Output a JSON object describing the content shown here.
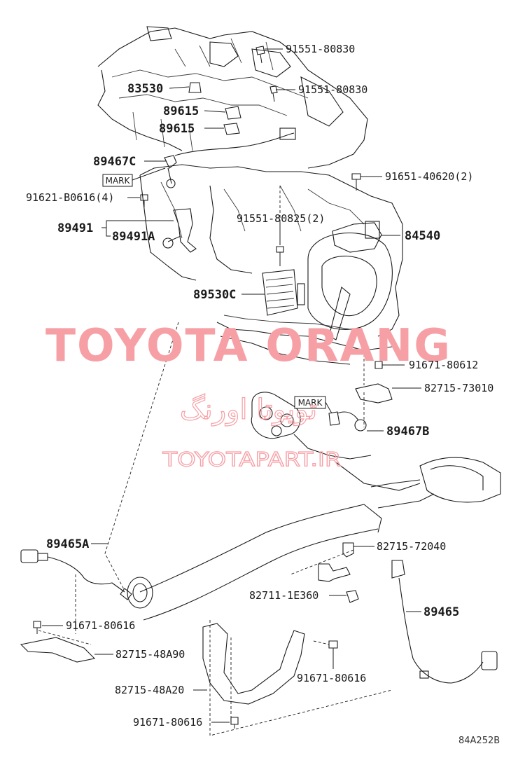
{
  "watermark": {
    "brand": "TOYOTA ORANG",
    "persian": "تویوتا اورنگ",
    "url": "TOYOTAPART.IR"
  },
  "mark_labels": [
    "MARK",
    "MARK"
  ],
  "diagram_code": "84A252B",
  "parts": {
    "p1": "91551-80830",
    "p2": "91551-80830",
    "p3": "83530",
    "p4": "89615",
    "p5": "89615",
    "p6": "89467C",
    "p7": "91651-40620(2)",
    "p8": "91621-B0616(4)",
    "p9": "89491",
    "p10": "89491A",
    "p11": "91551-80825(2)",
    "p12": "84540",
    "p13": "89530C",
    "p14": "91671-80612",
    "p15": "82715-73010",
    "p16": "89467B",
    "p17": "89465A",
    "p18": "82715-72040",
    "p19": "82711-1E360",
    "p20": "89465",
    "p21": "91671-80616",
    "p22": "82715-48A90",
    "p23": "91671-80616",
    "p24": "82715-48A20",
    "p25": "91671-80616"
  }
}
